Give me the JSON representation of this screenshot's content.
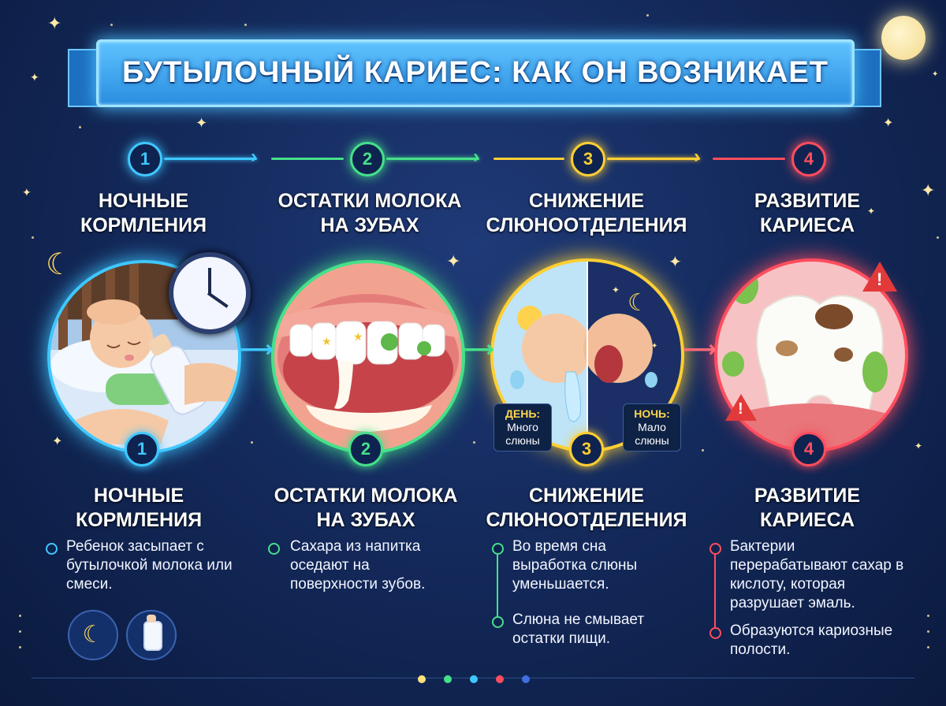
{
  "title": "БУТЫЛОЧНЫЙ КАРИЕС: КАК ОН ВОЗНИКАЕТ",
  "colors": {
    "step1": "#3fc8ff",
    "step2": "#46e08a",
    "step3": "#ffcf33",
    "step4": "#ff4d5e",
    "banner": "#3aa6f0"
  },
  "steps": [
    {
      "number": "1",
      "heading_top": [
        "НОЧНЫЕ",
        "КОРМЛЕНИЯ"
      ],
      "heading_bottom": [
        "НОЧНЫЕ",
        "КОРМЛЕНИЯ"
      ],
      "illustration": "baby-sleeping-with-bottle-and-clock",
      "bullets": [
        "Ребенок засыпает с бутылочкой молока или смеси."
      ],
      "icons": [
        "moon-icon",
        "baby-bottle-icon"
      ]
    },
    {
      "number": "2",
      "heading_top": [
        "ОСТАТКИ МОЛОКА",
        "НА ЗУБАХ"
      ],
      "heading_bottom": [
        "ОСТАТКИ МОЛОКА",
        "НА ЗУБАХ"
      ],
      "illustration": "teeth-with-milk-residue-and-bacteria",
      "bullets": [
        "Сахара из напитка оседают на поверхности зубов."
      ]
    },
    {
      "number": "3",
      "heading_top": [
        "СНИЖЕНИЕ",
        "СЛЮНООТДЕЛЕНИЯ"
      ],
      "heading_bottom": [
        "СНИЖЕНИЕ",
        "СЛЮНООТДЕЛЕНИЯ"
      ],
      "illustration": "day-night-saliva-comparison",
      "day_label": {
        "title": "ДЕНЬ:",
        "line1": "Много",
        "line2": "слюны"
      },
      "night_label": {
        "title": "НОЧЬ:",
        "line1": "Мало",
        "line2": "слюны"
      },
      "bullets": [
        "Во время сна выработка слюны уменьшается.",
        "Слюна не смывает остатки пищи."
      ]
    },
    {
      "number": "4",
      "heading_top": [
        "РАЗВИТИЕ",
        "КАРИЕСА"
      ],
      "heading_bottom": [
        "РАЗВИТИЕ",
        "КАРИЕСА"
      ],
      "illustration": "decayed-tooth-with-bacteria",
      "bullets": [
        "Бактерии перерабатывают сахар в кислоту, которая разрушает эмаль.",
        "Образуются кариозные полости."
      ]
    }
  ]
}
